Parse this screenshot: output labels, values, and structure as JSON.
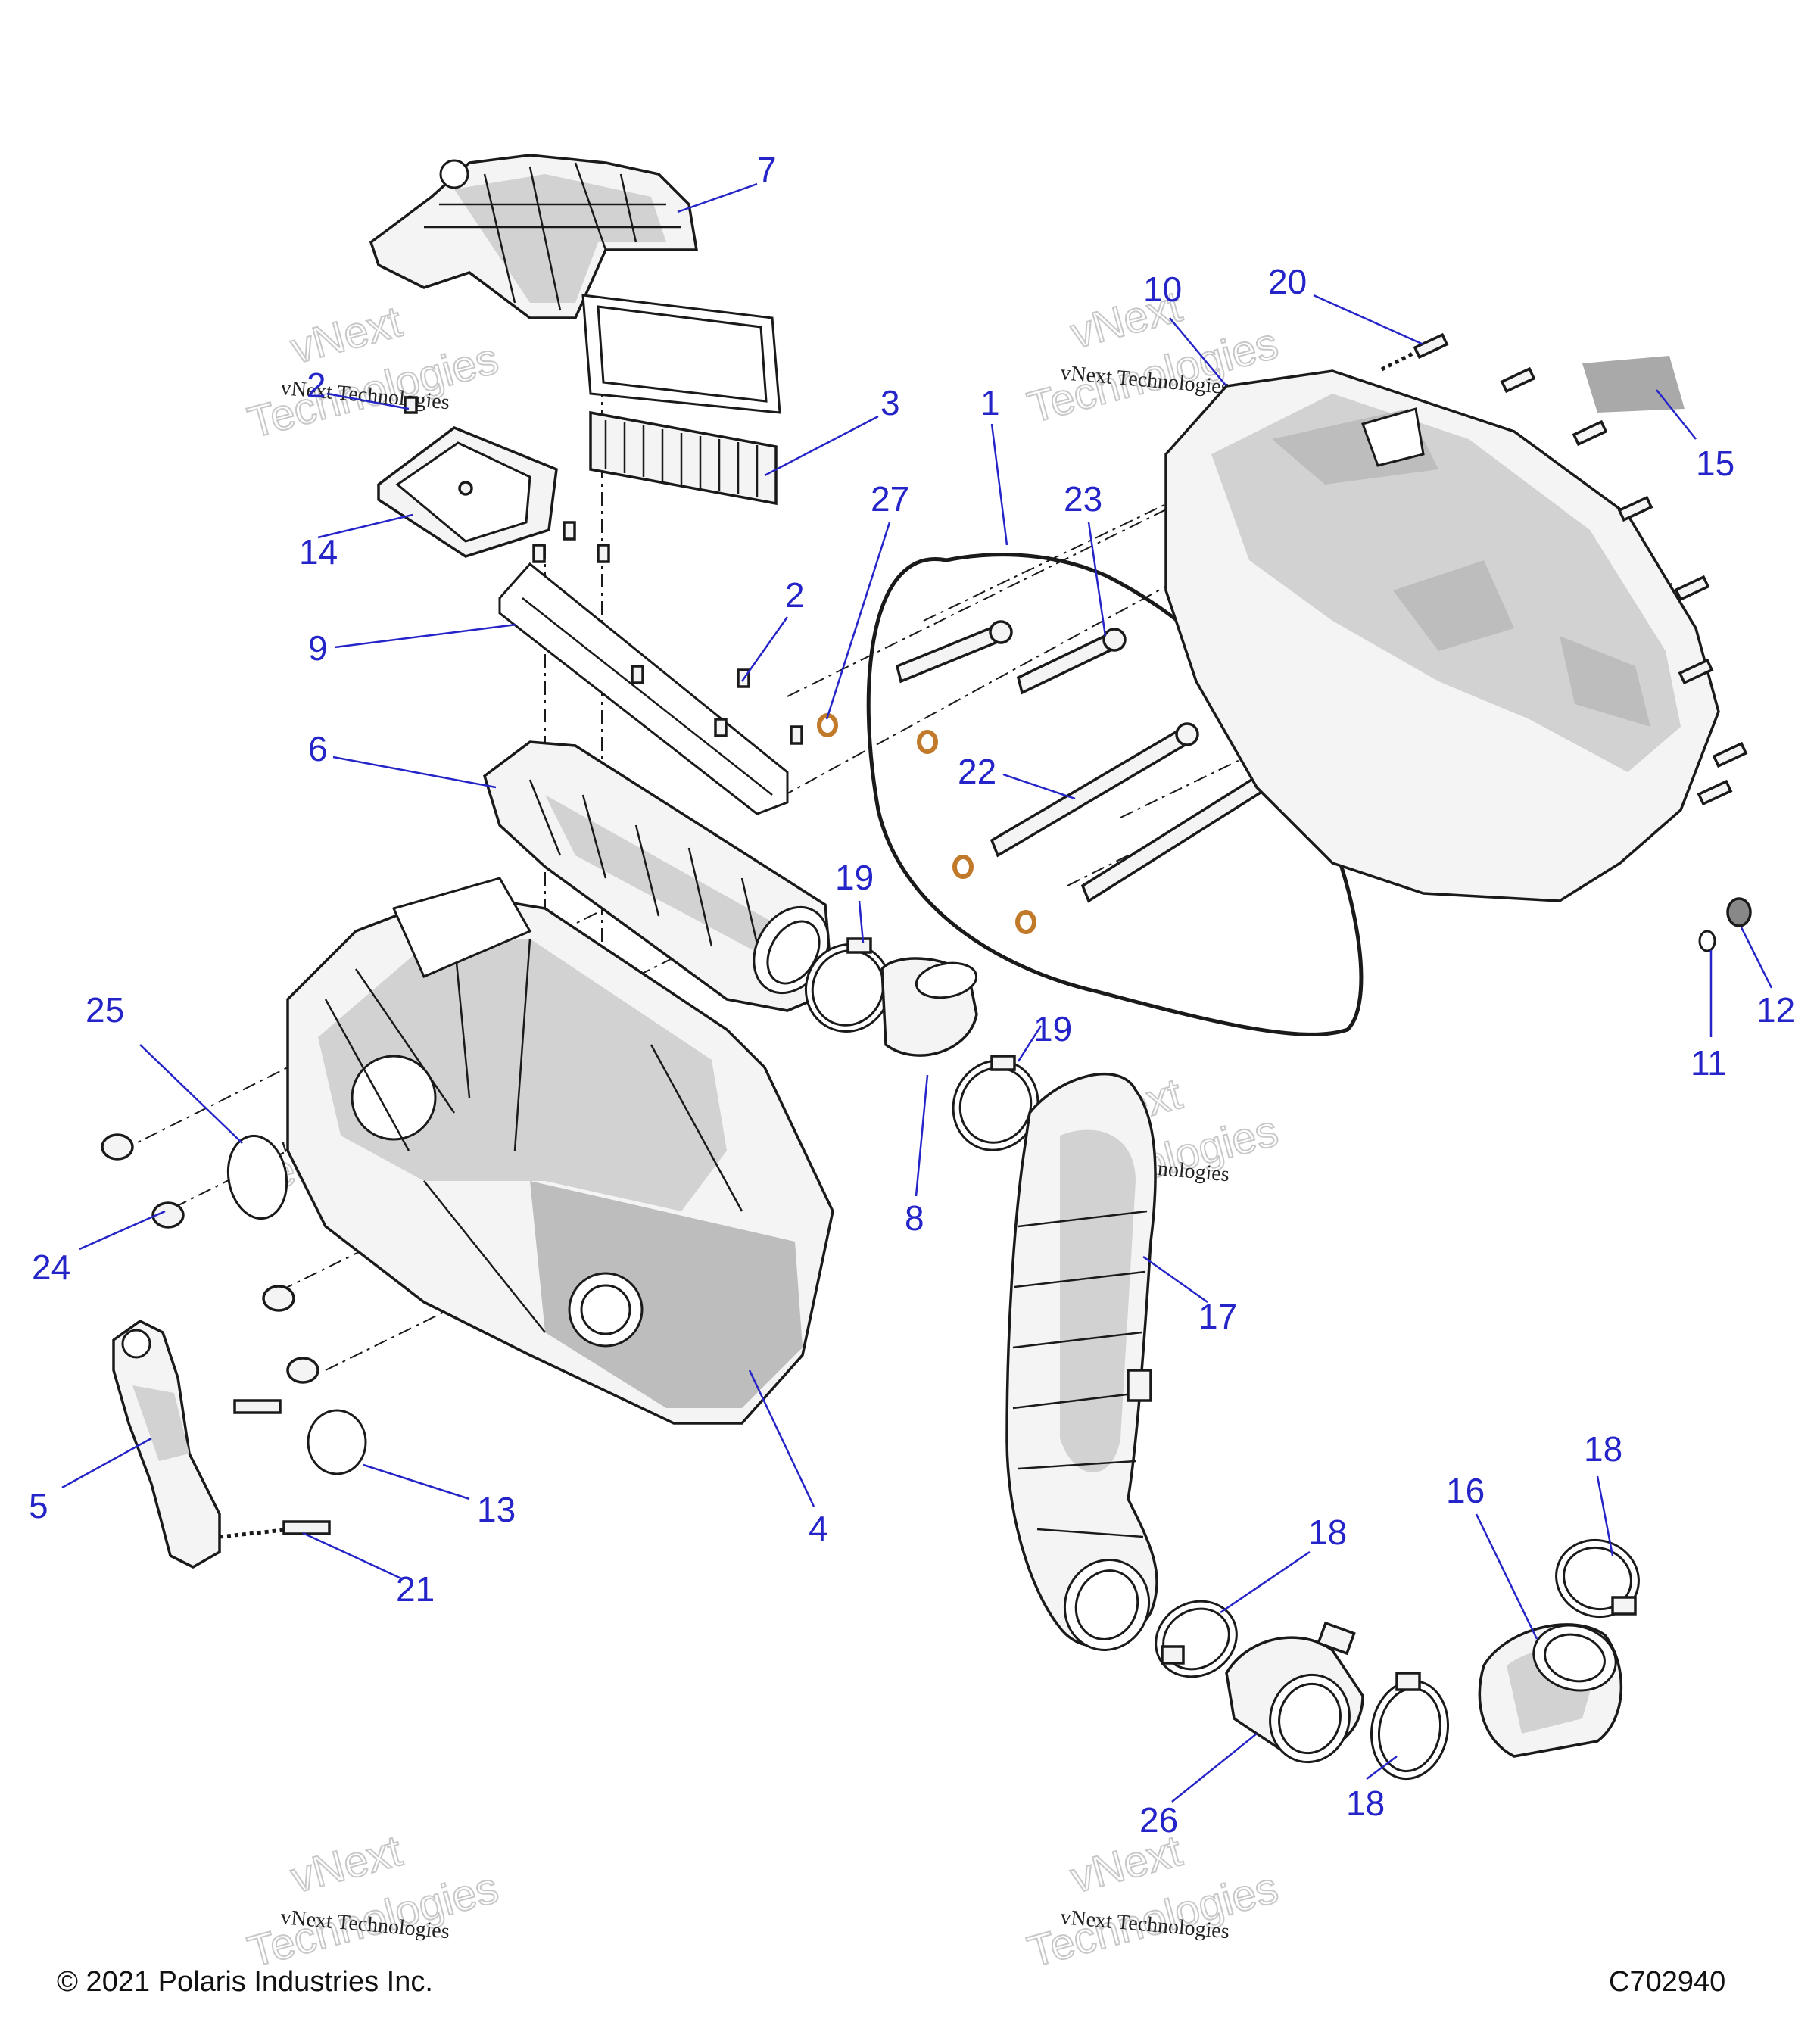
{
  "callouts": [
    {
      "id": "c7",
      "label": "7"
    },
    {
      "id": "c2a",
      "label": "2"
    },
    {
      "id": "c3",
      "label": "3"
    },
    {
      "id": "c14",
      "label": "14"
    },
    {
      "id": "c27",
      "label": "27"
    },
    {
      "id": "c2b",
      "label": "2"
    },
    {
      "id": "c9",
      "label": "9"
    },
    {
      "id": "c6",
      "label": "6"
    },
    {
      "id": "c1",
      "label": "1"
    },
    {
      "id": "c23",
      "label": "23"
    },
    {
      "id": "c22",
      "label": "22"
    },
    {
      "id": "c10",
      "label": "10"
    },
    {
      "id": "c20",
      "label": "20"
    },
    {
      "id": "c15",
      "label": "15"
    },
    {
      "id": "c19a",
      "label": "19"
    },
    {
      "id": "c19b",
      "label": "19"
    },
    {
      "id": "c8",
      "label": "8"
    },
    {
      "id": "c25",
      "label": "25"
    },
    {
      "id": "c24",
      "label": "24"
    },
    {
      "id": "c5",
      "label": "5"
    },
    {
      "id": "c13",
      "label": "13"
    },
    {
      "id": "c21",
      "label": "21"
    },
    {
      "id": "c4",
      "label": "4"
    },
    {
      "id": "c17",
      "label": "17"
    },
    {
      "id": "c11",
      "label": "11"
    },
    {
      "id": "c12",
      "label": "12"
    },
    {
      "id": "c18a",
      "label": "18"
    },
    {
      "id": "c18b",
      "label": "18"
    },
    {
      "id": "c18c",
      "label": "18"
    },
    {
      "id": "c16",
      "label": "16"
    },
    {
      "id": "c26",
      "label": "26"
    }
  ],
  "watermark": {
    "line1": "vNext Technologies",
    "line2": "vNext",
    "line3": "Technologies"
  },
  "footer": {
    "copyright": "© 2021 Polaris Industries Inc.",
    "code": "C702940"
  }
}
